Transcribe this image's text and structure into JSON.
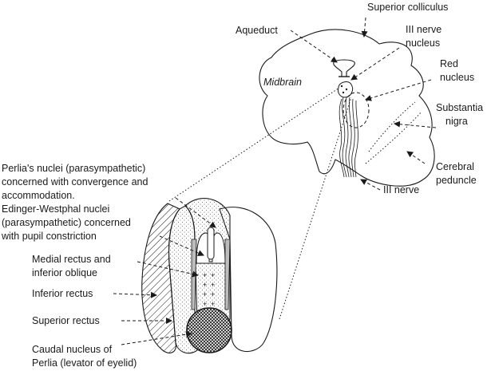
{
  "labels": {
    "superior_colliculus": "Superior colliculus",
    "aqueduct": "Aqueduct",
    "iii_nerve_nucleus_1": "III nerve",
    "iii_nerve_nucleus_2": "nucleus",
    "red_nucleus_1": "Red",
    "red_nucleus_2": "nucleus",
    "midbrain": "Midbrain",
    "substantia_nigra_1": "Substantia",
    "substantia_nigra_2": "nigra",
    "cerebral_peduncle_1": "Cerebral",
    "cerebral_peduncle_2": "peduncle",
    "iii_nerve": "III nerve",
    "perlia_1": "Perlia's nuclei (parasympathetic)",
    "perlia_2": "concerned with convergence and",
    "perlia_3": "accommodation.",
    "ew_1": "Edinger-Westphal nuclei",
    "ew_2": "(parasympathetic) concerned",
    "ew_3": "with pupil constriction",
    "medial_rectus_1": "Medial rectus and",
    "medial_rectus_2": "inferior oblique",
    "inferior_rectus": "Inferior rectus",
    "superior_rectus": "Superior rectus",
    "caudal_1": "Caudal nucleus of",
    "caudal_2": "Perlia (levator of eyelid)"
  },
  "colors": {
    "ink": "#1a1a1a",
    "background": "#ffffff"
  }
}
